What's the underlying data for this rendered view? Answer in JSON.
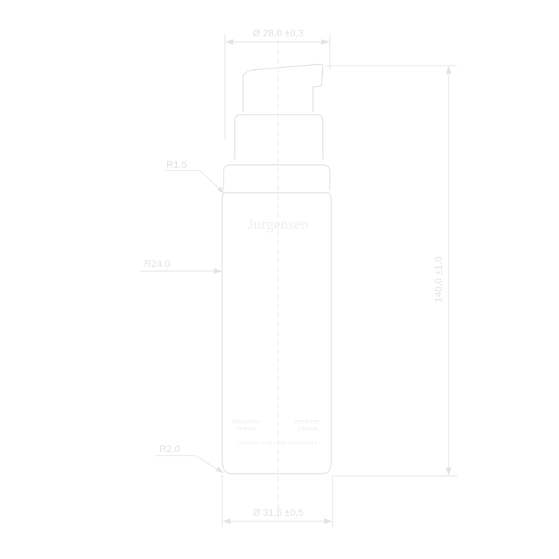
{
  "dimensions": {
    "top_diameter": "Ø 28,0 ±0,3",
    "bottom_diameter": "Ø 31,5 ±0,5",
    "height": "140,0 ±1,0",
    "radius_shoulder": "R1.5",
    "radius_side": "R24.0",
    "radius_base": "R2.0"
  },
  "bottle_label": {
    "brand": "Jurgensen",
    "line1_left": "MOUNTAIN",
    "line2_left": "SERUM",
    "line1_right": "DEFENSE",
    "line2_right": "CREAM",
    "footer": "NATURAL SKIN CARE ESSENTIALS"
  },
  "colors": {
    "line": "#e3e3e3",
    "text": "#e2e2e2",
    "background": "#ffffff"
  }
}
